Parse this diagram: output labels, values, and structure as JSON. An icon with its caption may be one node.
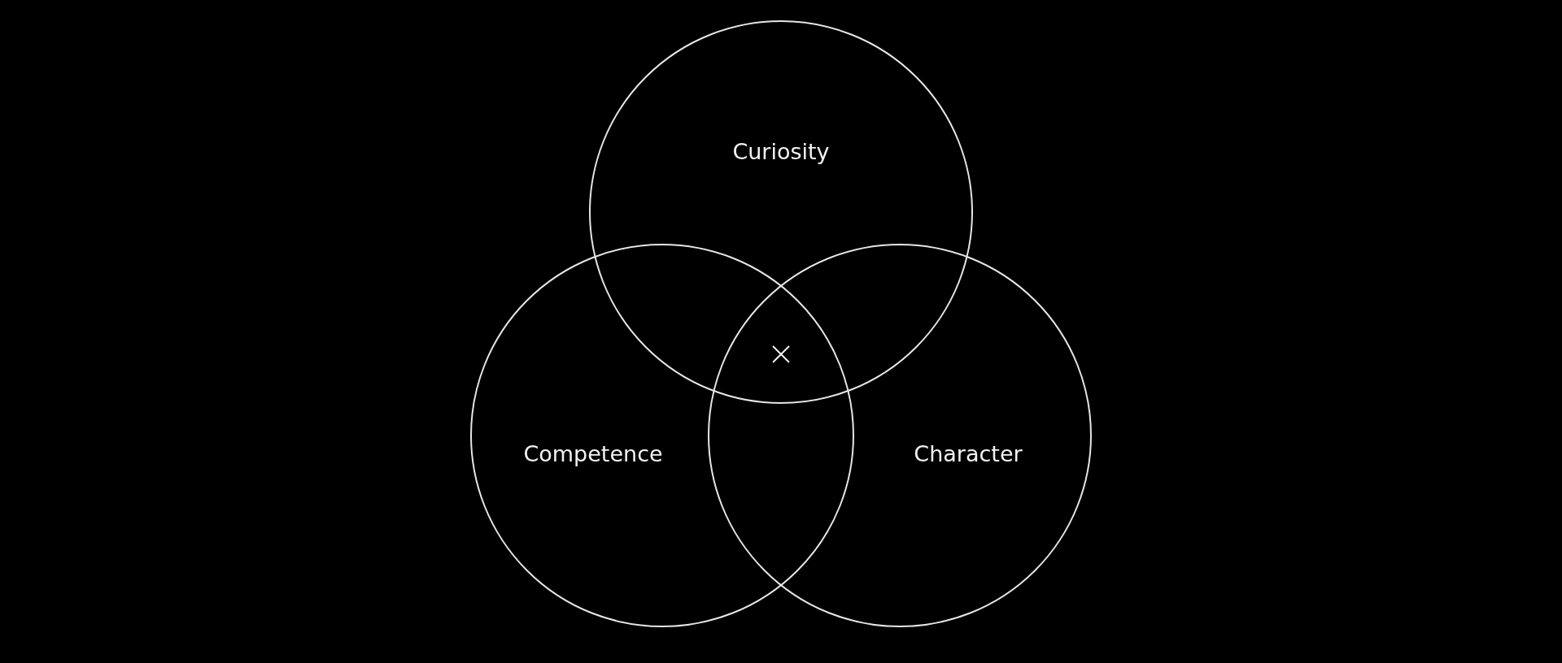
{
  "diagram": {
    "nodes": [
      {
        "text": [
          "Curiosity"
        ]
      },
      {
        "text": [
          "Competence"
        ]
      },
      {
        "text": [
          "Character"
        ]
      }
    ]
  }
}
